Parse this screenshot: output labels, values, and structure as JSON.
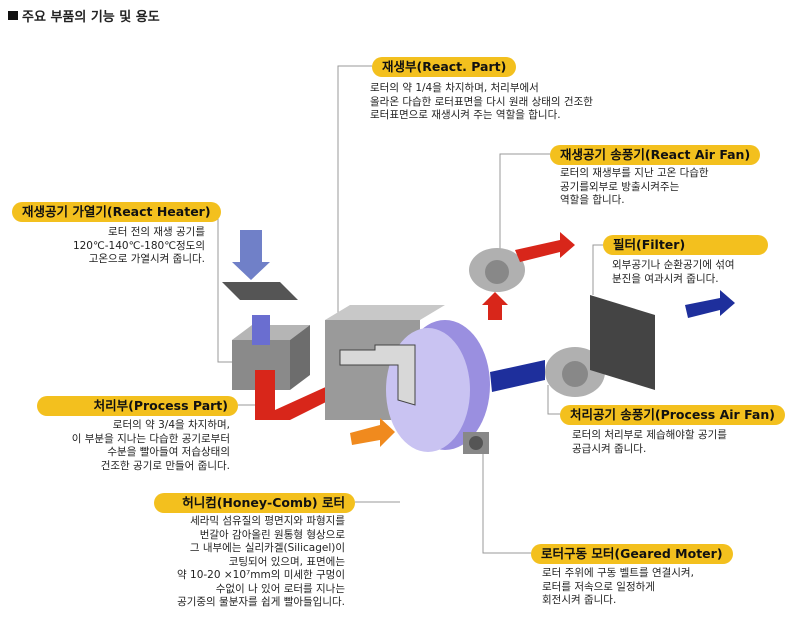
{
  "title": "주요 부품의 기능 및 용도",
  "parts": [
    {
      "label": "재생부(React. Part)",
      "desc": [
        "로터의 약 1/4을 차지하며, 처리부에서",
        "올라온 다습한 로터표면을 다시 원래 상태의 건조한",
        "로터표면으로 재생시켜 주는 역할을 합니다."
      ]
    },
    {
      "label": "재생공기 송풍기(React Air Fan)",
      "desc": [
        "로터의 재생부를 지난 고온 다습한",
        "공기를외부로 방출시켜주는",
        "역할을 합니다."
      ]
    },
    {
      "label": "재생공기 가열기(React Heater)",
      "desc": [
        "로터 전의 재생 공기를",
        "120℃-140℃-180℃정도의",
        "고온으로 가열시켜 줍니다."
      ]
    },
    {
      "label": "필터(Filter)",
      "desc": [
        "외부공기나 순환공기에 섞여",
        "분진을 여과시켜 줍니다."
      ]
    },
    {
      "label": "처리부(Process Part)",
      "desc": [
        "로터의 약 3/4을 차지하며,",
        "이 부분을 지나는 다습한 공기로부터",
        "수분을 빨아들여 저습상태의",
        "건조한 공기로 만들어 줍니다."
      ]
    },
    {
      "label": "처리공기 송풍기(Process Air Fan)",
      "desc": [
        "로터의 처리부로 제습해야할 공기를",
        "공급시켜 줍니다."
      ]
    },
    {
      "label": "허니컴(Honey-Comb) 로터",
      "desc": [
        "세라믹 섬유질의 평면지와 파형지를",
        "번갈아 감아올린 원통형 형상으로",
        "그 내부에는 실리카겔(Silicagel)이",
        "코팅되어 있으며, 표면에는",
        "약 10-20 ×10⁷mm의 미세한 구멍이",
        "수없이 나 있어 로터를 지나는",
        "공기중의 물분자를 쉽게 빨아들입니다."
      ]
    },
    {
      "label": "로터구동 모터(Geared Moter)",
      "desc": [
        "로터 주위에 구동 벨트를 연결시켜,",
        "로터를 저속으로 일정하게",
        "회전시켜 줍니다."
      ]
    }
  ],
  "colors": {
    "pill": "#f3c01e",
    "hot": "#d8261a",
    "cold": "#1e2f9c",
    "rotor": "#9a8fe0"
  }
}
